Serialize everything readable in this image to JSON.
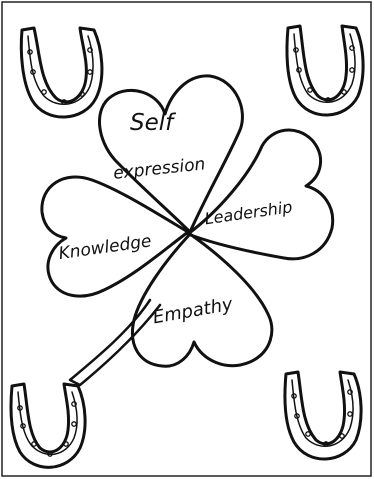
{
  "leaves": {
    "top": "Self",
    "top_second_line": "expression",
    "right": "Leadership",
    "left": "Knowledge",
    "bottom": "Empathy"
  }
}
